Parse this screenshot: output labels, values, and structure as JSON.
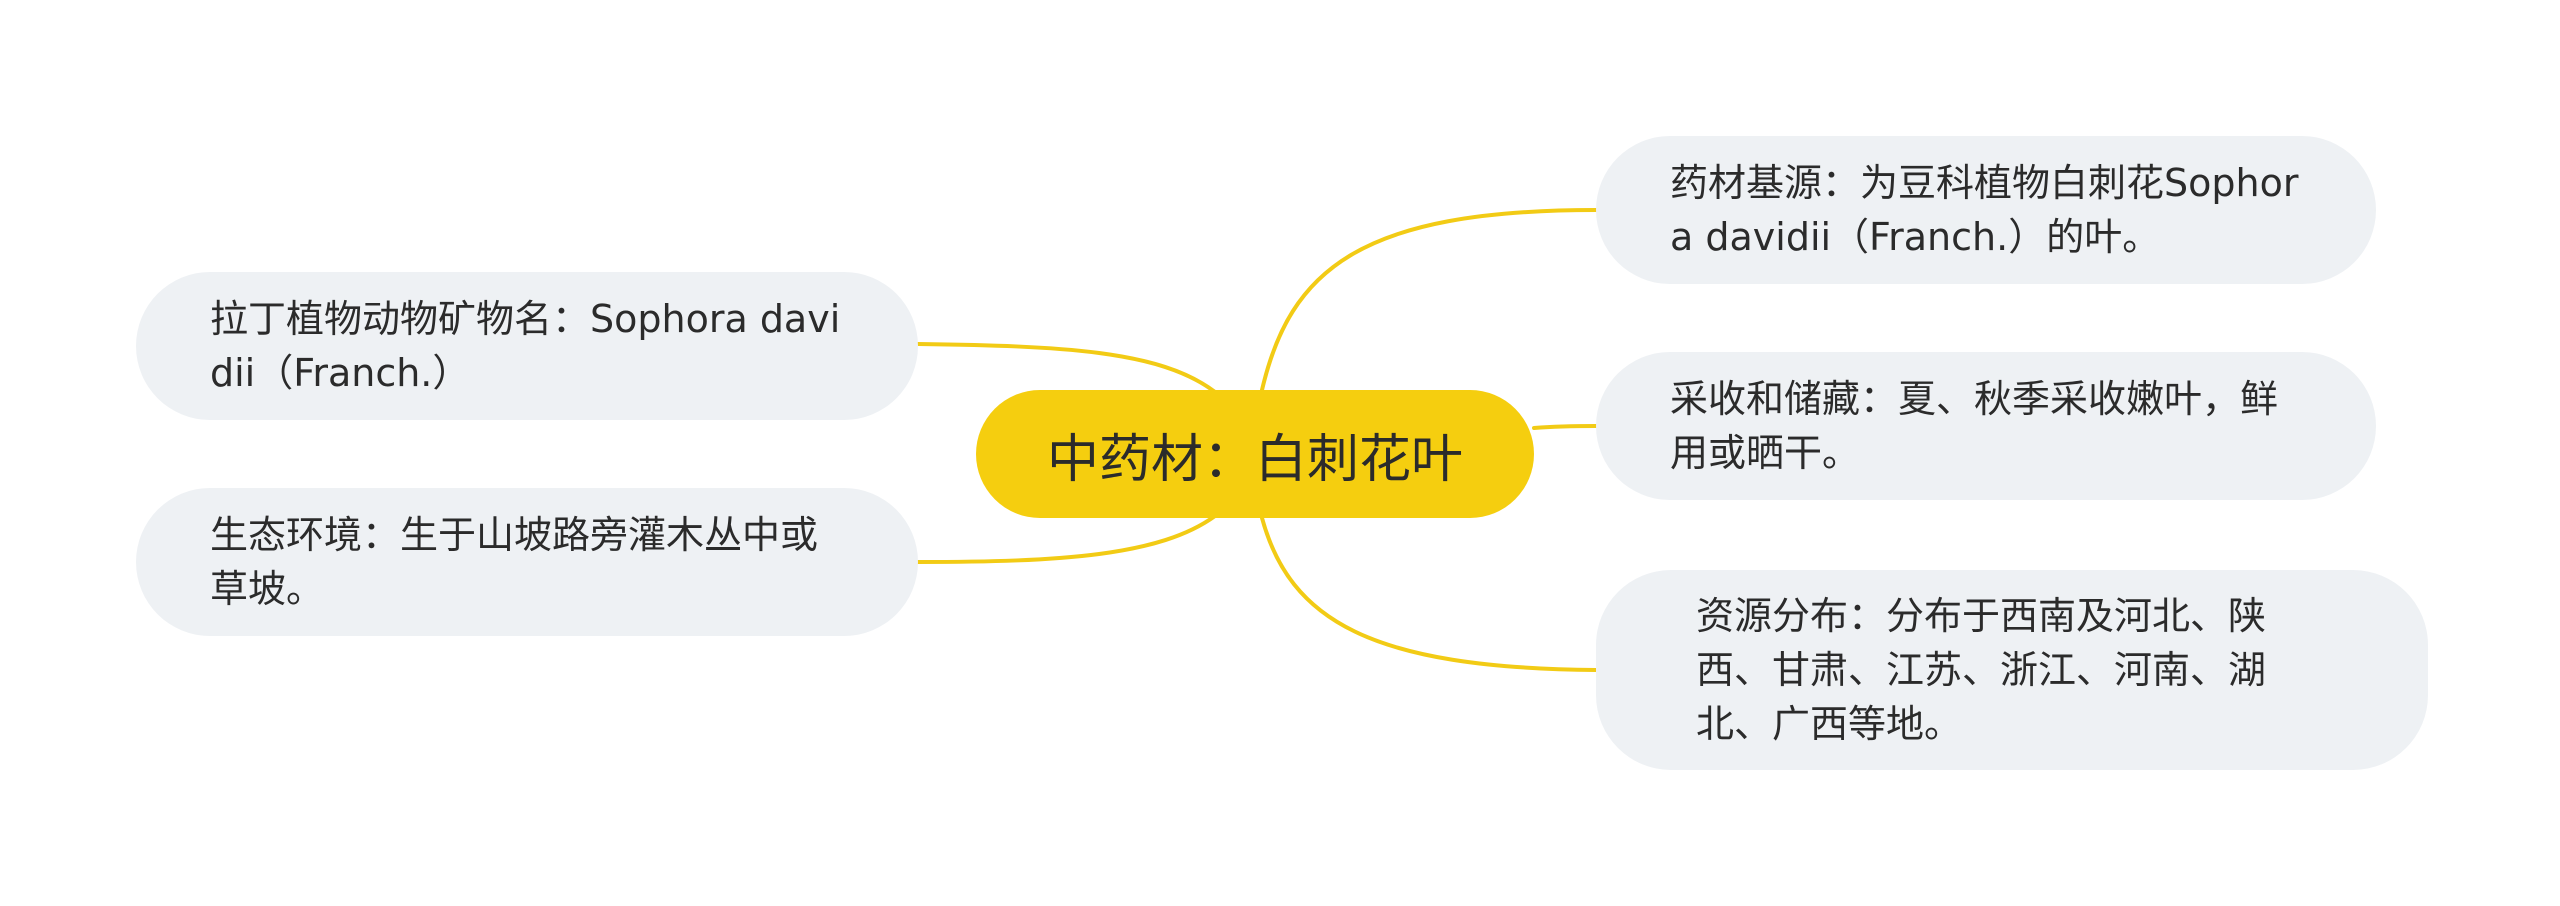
{
  "central_topic": {
    "label": "中药材：白刺花叶"
  },
  "branches": {
    "latin_name": "拉丁植物动物矿物名：Sophora davidii（Franch.）",
    "ecology": "生态环境：生于山坡路旁灌木丛中或草坡。",
    "source": "药材基源：为豆科植物白刺花Sophora davidii（Franch.）的叶。",
    "harvest": "采收和储藏：夏、秋季采收嫩叶，鲜用或晒干。",
    "distribution": "资源分布：分布于西南及河北、陕西、甘肃、江苏、浙江、河南、湖北、广西等地。"
  },
  "colors": {
    "central_fill": "#F5CE0F",
    "connector": "#F2CB15",
    "node_fill": "#EEF1F4",
    "text": "#2b2b2b"
  }
}
